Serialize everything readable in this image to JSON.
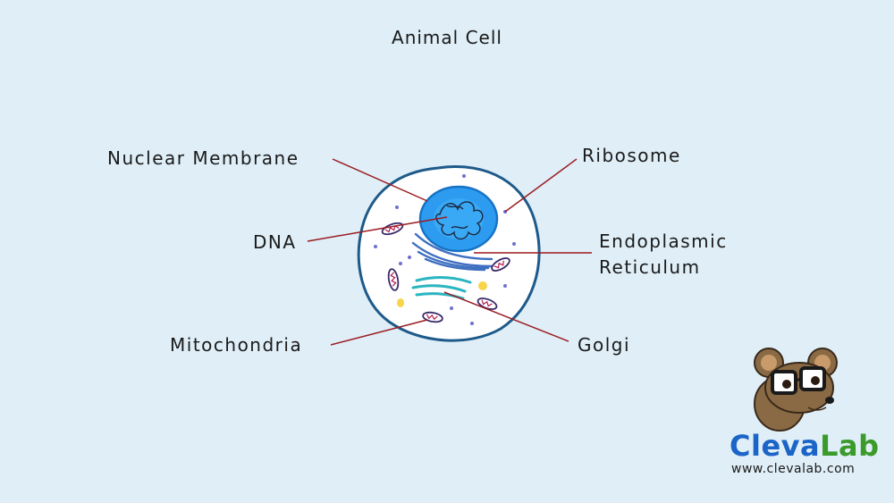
{
  "title": "Animal Cell",
  "labels": {
    "nuclear_membrane": "Nuclear Membrane",
    "dna": "DNA",
    "mitochondria": "Mitochondria",
    "ribosome": "Ribosome",
    "endoplasmic_1": "Endoplasmic",
    "endoplasmic_2": "Reticulum",
    "golgi": "Golgi"
  },
  "brand": {
    "name_part1": "Cleva",
    "name_part2": "Lab",
    "url": "www.clevalab.com"
  },
  "colors": {
    "background": "#dfeef7",
    "cell_fill": "#ffffff",
    "cell_outline": "#1d5a8a",
    "nucleus": "#2d9cf0",
    "leader_lines": "#9b1c22",
    "brand_blue": "#1b64c8",
    "brand_green": "#3a9a2a"
  },
  "icons": {
    "mascot": "mouse-with-glasses-icon"
  }
}
